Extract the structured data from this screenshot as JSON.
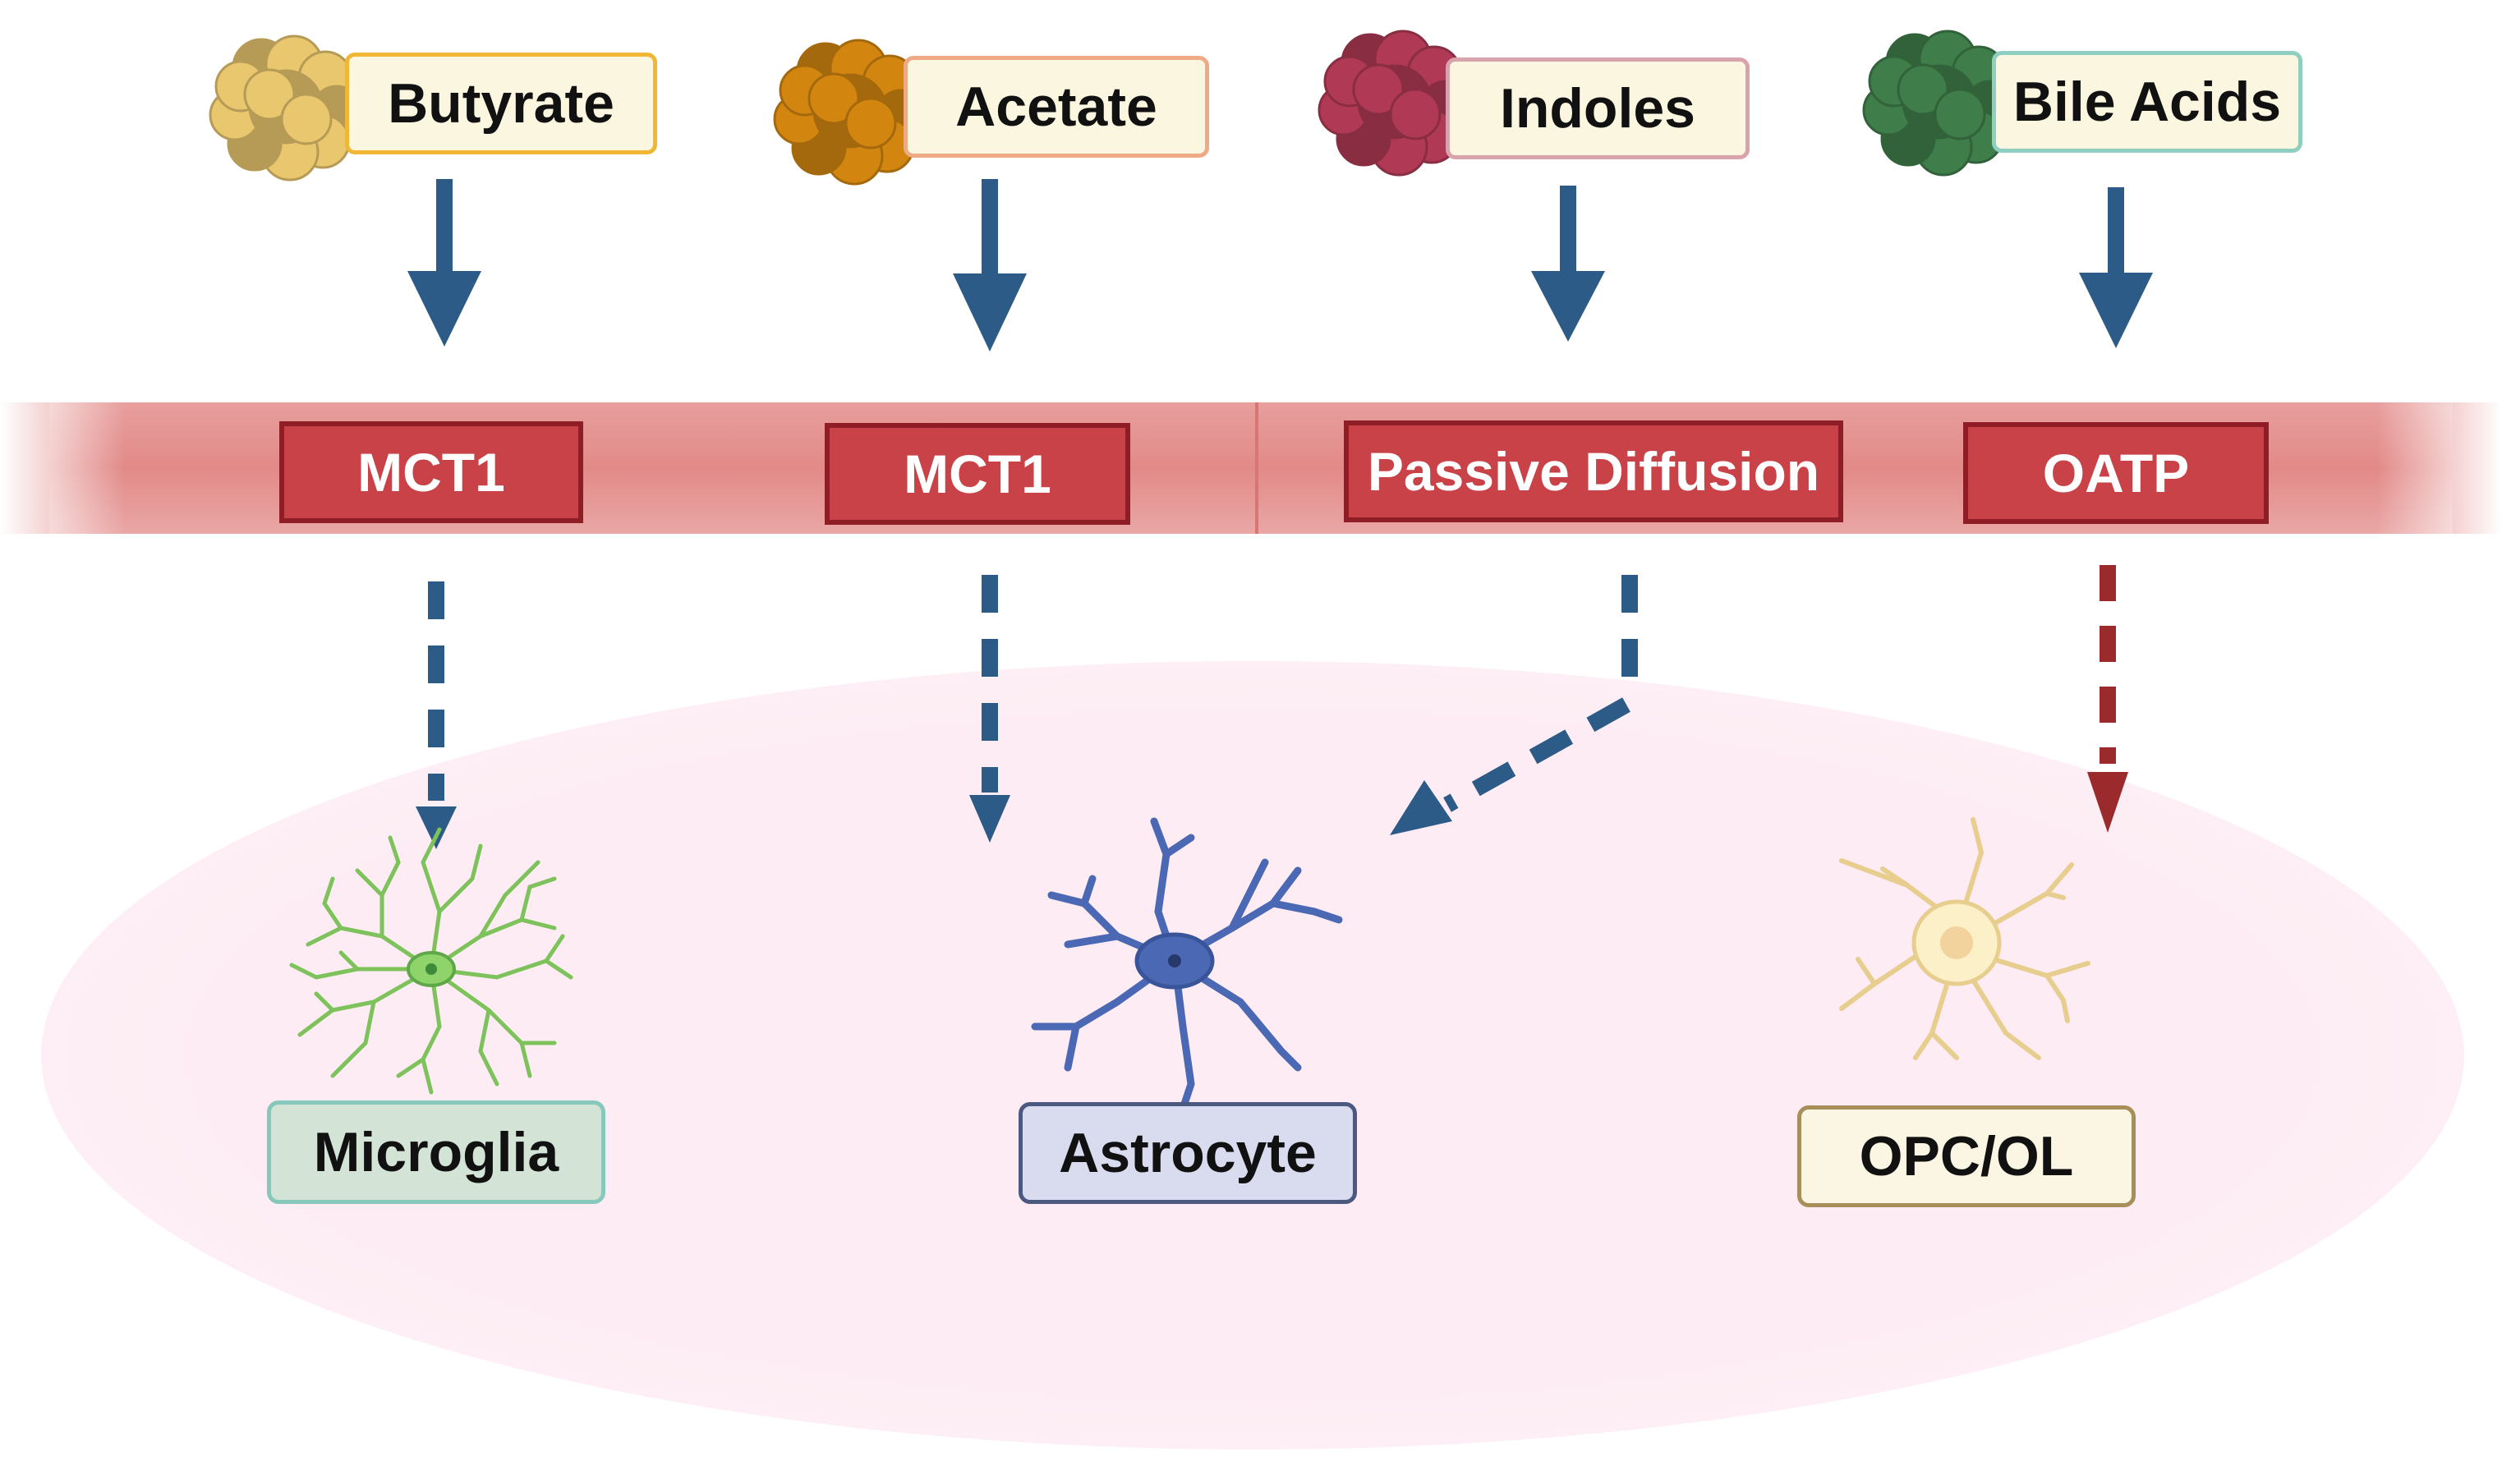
{
  "metabolites": [
    {
      "label": "Butyrate",
      "colors": {
        "blob": "#e9c76f",
        "border": "#f0b737"
      }
    },
    {
      "label": "Acetate",
      "colors": {
        "blob": "#d2860f",
        "border": "#eeaa85"
      }
    },
    {
      "label": "Indoles",
      "colors": {
        "blob": "#b03a55",
        "border": "#d9a3ac"
      }
    },
    {
      "label": "Bile Acids",
      "colors": {
        "blob": "#3f7d4a",
        "border": "#8fcfc2"
      }
    }
  ],
  "transporters": [
    {
      "label": "MCT1"
    },
    {
      "label": "MCT1"
    },
    {
      "label": "Passive Diffusion"
    },
    {
      "label": "OATP"
    }
  ],
  "cells": [
    {
      "label": "Microglia",
      "icon": "microglia-icon",
      "colors": {
        "fill": "#d3e4d6",
        "border": "#86c9bc"
      }
    },
    {
      "label": "Astrocyte",
      "icon": "astrocyte-icon",
      "colors": {
        "fill": "#d9dbef",
        "border": "#4b5880"
      }
    },
    {
      "label": "OPC/OL",
      "icon": "oligodendrocyte-icon",
      "colors": {
        "fill": "#fbf6e3",
        "border": "#a88f5a"
      }
    }
  ],
  "colors": {
    "arrow_blue": "#2c5b88",
    "arrow_red": "#9b2a2d",
    "membrane": "#e28a88",
    "brain_region": "#fdecf4"
  }
}
